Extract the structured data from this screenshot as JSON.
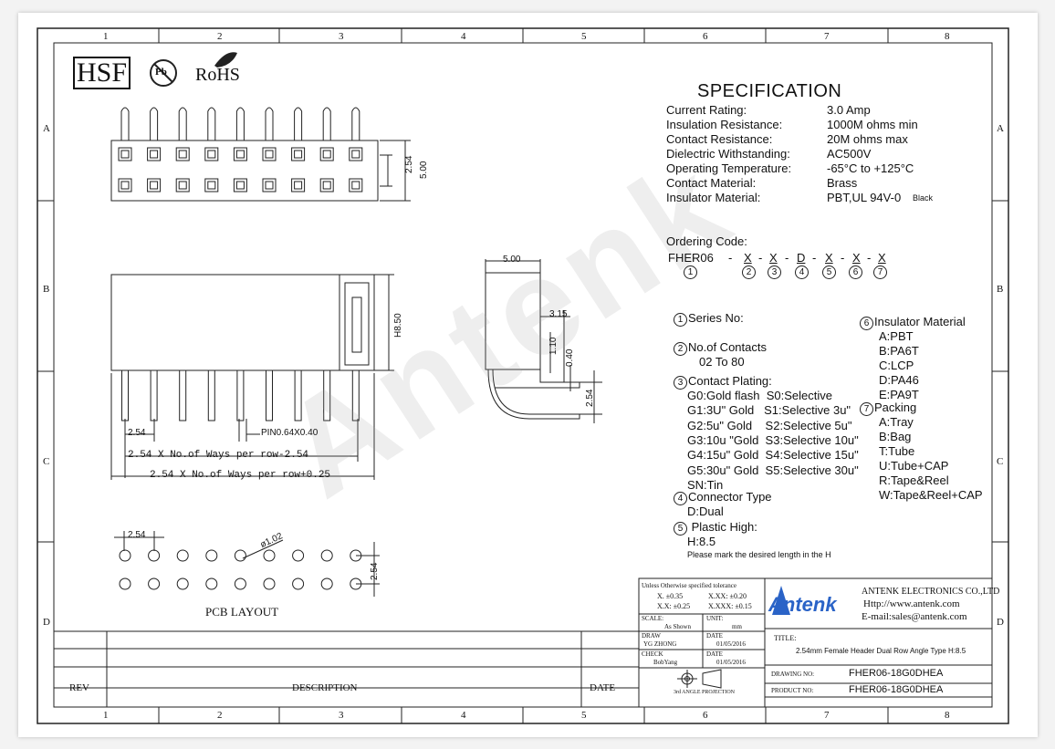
{
  "grid": {
    "cols": [
      "1",
      "2",
      "3",
      "4",
      "5",
      "6",
      "7",
      "8"
    ],
    "rows": [
      "A",
      "B",
      "C",
      "D"
    ]
  },
  "logos": {
    "hsf": "HSF",
    "pb": "Pb",
    "rohs": "RoHS"
  },
  "watermark": "Antenk",
  "spec": {
    "title": "SPECIFICATION",
    "rows": [
      {
        "k": "Current Rating:",
        "v": "3.0 Amp"
      },
      {
        "k": "Insulation Resistance:",
        "v": "1000M ohms min"
      },
      {
        "k": "Contact Resistance:",
        "v": "20M ohms max"
      },
      {
        "k": "Dielectric Withstanding:",
        "v": "AC500V"
      },
      {
        "k": "Operating Temperature:",
        "v": "-65°C  to  +125°C"
      },
      {
        "k": "Contact Material:",
        "v": "Brass"
      },
      {
        "k": "Insulator Material:",
        "v": "PBT,UL 94V-0",
        "note": "Black"
      }
    ]
  },
  "ordering": {
    "label": "Ordering Code:",
    "code": "FHER06",
    "parts": [
      "X",
      "X",
      "D",
      "X",
      "X",
      "X"
    ],
    "nums": [
      "1",
      "2",
      "3",
      "4",
      "5",
      "6",
      "7"
    ]
  },
  "options": {
    "series": {
      "num": "1",
      "title": "Series No:"
    },
    "contacts": {
      "num": "2",
      "title": "No.of Contacts",
      "value": "02 To 80"
    },
    "plating": {
      "num": "3",
      "title": "Contact Plating:",
      "items": [
        "G0:Gold flash  S0:Selective",
        "G1:3U\" Gold   S1:Selective 3u\"",
        "G2:5u\" Gold    S2:Selective 5u\"",
        "G3:10u \"Gold  S3:Selective 10u\"",
        "G4:15u\" Gold  S4:Selective 15u\"",
        "G5:30u\" Gold  S5:Selective 30u\"",
        "SN:Tin"
      ]
    },
    "type": {
      "num": "4",
      "title": "Connector Type",
      "value": "D:Dual"
    },
    "high": {
      "num": "5",
      "title": "Plastic High:",
      "value": "H:8.5",
      "note": "Please mark the desired length in the H"
    },
    "insulator": {
      "num": "6",
      "title": "Insulator Material",
      "items": [
        "A:PBT",
        "B:PA6T",
        "C:LCP",
        "D:PA46",
        "E:PA9T"
      ]
    },
    "packing": {
      "num": "7",
      "title": "Packing",
      "items": [
        "A:Tray",
        "B:Bag",
        "T:Tube",
        "U:Tube+CAP",
        "R:Tape&Reel",
        "W:Tape&Reel+CAP"
      ]
    }
  },
  "dims": {
    "top_254": "2.54",
    "top_500": "5.00",
    "h850": "H8.50",
    "pitch": "2.54",
    "pin": "PIN0.64X0.40",
    "row_minus": "2.54 X No.of Ways per row-2.54",
    "row_plus": "2.54 X No.of Ways per row+0.25",
    "side_500": "5.00",
    "side_315": "3.15",
    "side_110": "1.10",
    "side_040": "0.40",
    "side_254": "2.54",
    "pcb_254a": "2.54",
    "pcb_hole": "ø1.02",
    "pcb_254b": "2.54",
    "pcb_label": "PCB LAYOUT"
  },
  "titleblock": {
    "tol_title": "Unless Otherwise specified tolerance",
    "tol": [
      "X. ±0.35",
      "X.XX: ±0.20",
      "X.X: ±0.25",
      "X.XXX: ±0.15"
    ],
    "scale_label": "SCALE:",
    "scale": "As Shown",
    "unit_label": "UNIT:",
    "unit": "mm",
    "draw_label": "DRAW",
    "draw": "YG ZHONG",
    "check_label": "CHECK",
    "check": "BobYang",
    "date_label": "DATE",
    "date1": "01/05/2016",
    "date2": "01/05/2016",
    "projection": "3rd ANGLE PROJECTION",
    "company": "ANTENK ELECTRONICS CO.,LTD",
    "http": "Http://www.antenk.com",
    "email": "E-mail:sales@antenk.com",
    "logo": "Antenk",
    "title_label": "TITLE:",
    "title": "2.54mm Female Header Dual  Row Angle Type H:8.5",
    "drawing_no_label": "DRAWING NO:",
    "drawing_no": "FHER06-18G0DHEA",
    "product_no_label": "PRODUCT NO:",
    "product_no": "FHER06-18G0DHEA",
    "rev": "REV",
    "description": "DESCRIPTION",
    "date": "DATE"
  }
}
